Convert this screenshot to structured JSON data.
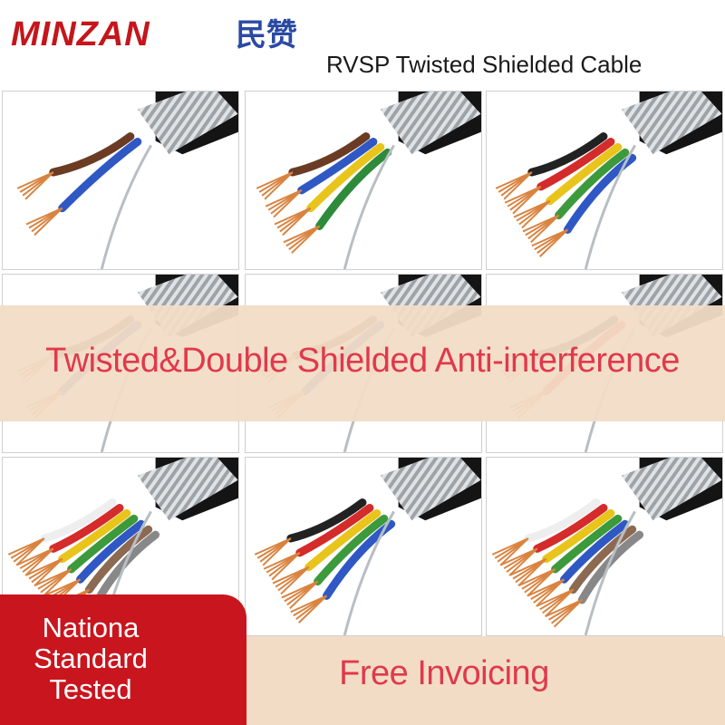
{
  "brand": {
    "name": "MINZAN",
    "chinese": "民赞",
    "name_color": "#c4161c",
    "chinese_color": "#2a4aa3"
  },
  "subtitle": "RVSP Twisted Shielded Cable",
  "banner": {
    "text": "Twisted&Double Shielded  Anti-interference",
    "color": "#e0394b",
    "bg": "#f2dcc6"
  },
  "badge": {
    "lines": [
      "Nationa",
      "Standard",
      "Tested"
    ],
    "bg": "#c9151e"
  },
  "bottom": {
    "text": "Free Invoicing"
  },
  "tiles": [
    {
      "id": "tile-1",
      "cores": [
        "#6b3b24",
        "#2f58c4"
      ]
    },
    {
      "id": "tile-2",
      "cores": [
        "#6b3b24",
        "#2f58c4",
        "#e9c41a",
        "#2e8b3a"
      ]
    },
    {
      "id": "tile-3",
      "cores": [
        "#222222",
        "#d42b2b",
        "#e9c41a",
        "#3c9a3c",
        "#2f58c4"
      ]
    },
    {
      "id": "tile-4",
      "cores": [
        "#6b3b24",
        "#2f58c4"
      ]
    },
    {
      "id": "tile-5",
      "cores": [
        "#6b3b24",
        "#2f58c4"
      ]
    },
    {
      "id": "tile-6",
      "cores": [
        "#222222",
        "#d42b2b"
      ]
    },
    {
      "id": "tile-7",
      "cores": [
        "#eeeeee",
        "#d42b2b",
        "#e9c41a",
        "#3c9a3c",
        "#2f58c4",
        "#8c6a52",
        "#888888"
      ]
    },
    {
      "id": "tile-8",
      "cores": [
        "#222222",
        "#d42b2b",
        "#e9c41a",
        "#3c9a3c",
        "#2f58c4"
      ]
    },
    {
      "id": "tile-9",
      "cores": [
        "#eeeeee",
        "#d42b2b",
        "#e9c41a",
        "#3c9a3c",
        "#2f58c4",
        "#8c6a52",
        "#888888"
      ]
    }
  ]
}
